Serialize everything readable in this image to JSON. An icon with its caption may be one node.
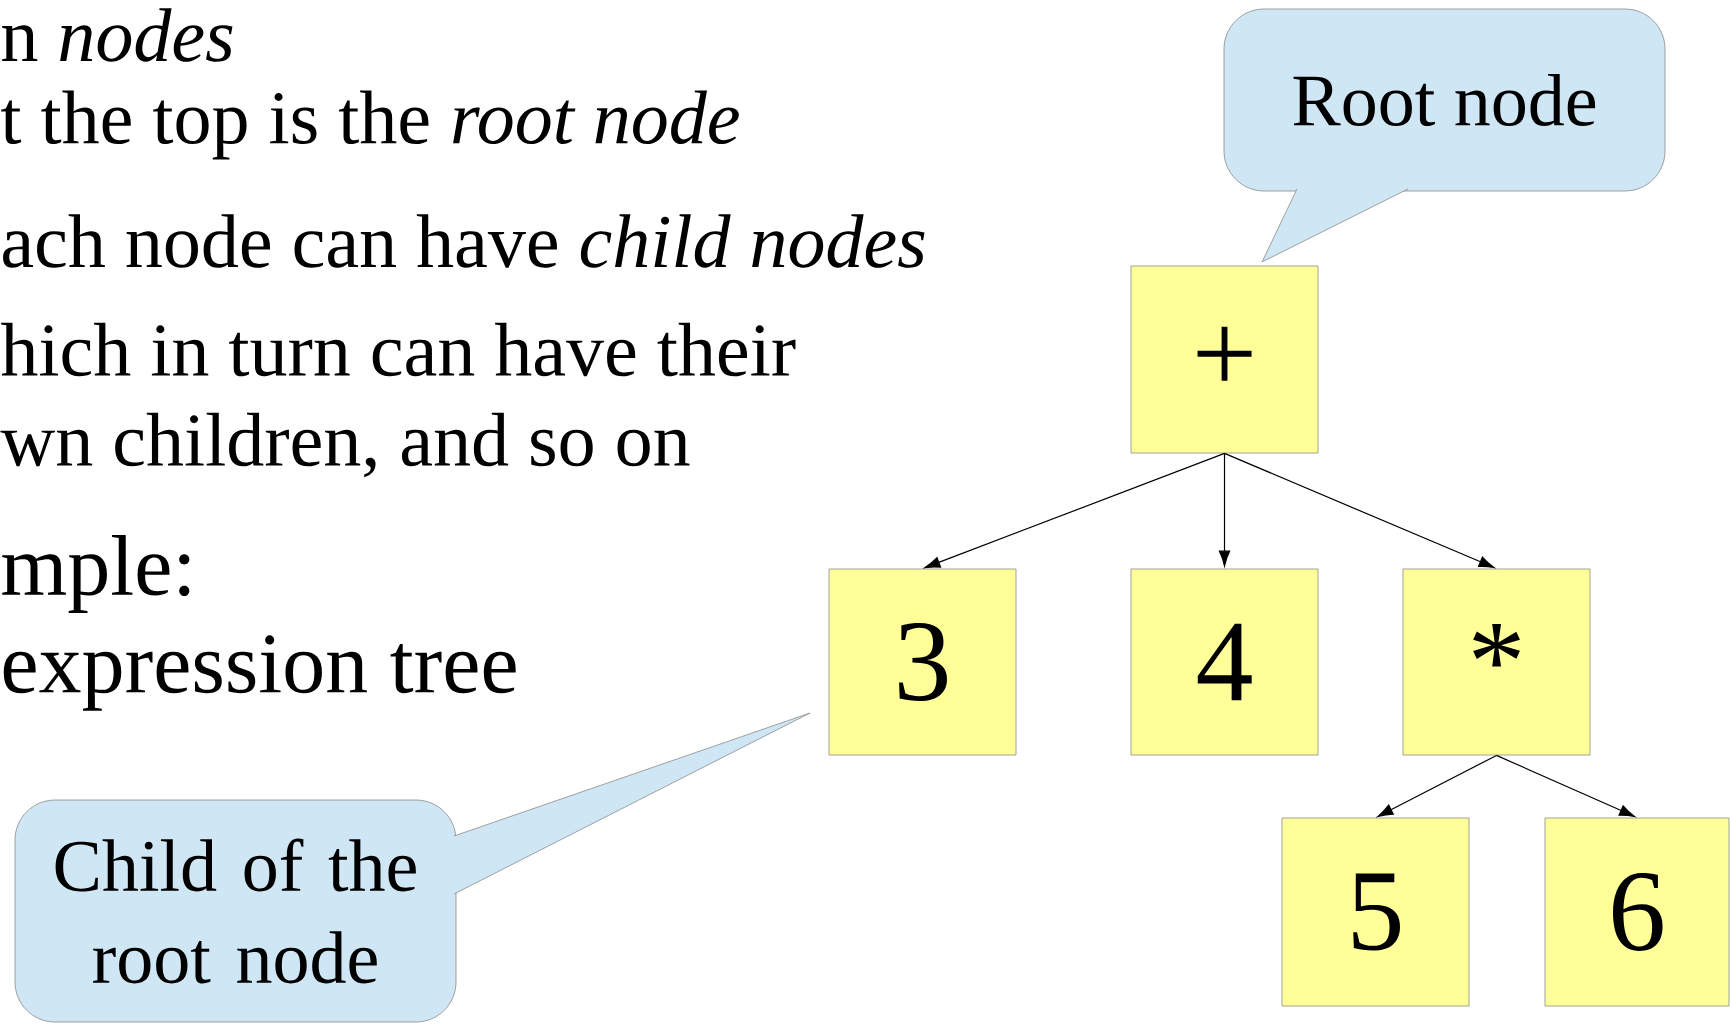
{
  "diagram": {
    "nodes": [
      {
        "text": [
          "Root node"
        ]
      },
      {
        "text": [
          "+"
        ]
      },
      {
        "text": [
          "3"
        ]
      },
      {
        "text": [
          "4"
        ]
      },
      {
        "text": [
          "*"
        ]
      },
      {
        "text": [
          "5"
        ]
      },
      {
        "text": [
          "6"
        ]
      },
      {
        "text": [
          "Child of the root node"
        ]
      }
    ],
    "edges": [
      {
        "from": 1,
        "to": 2,
        "arrow": "to"
      },
      {
        "from": 1,
        "to": 3,
        "arrow": "to"
      },
      {
        "from": 1,
        "to": 4,
        "arrow": "to"
      },
      {
        "from": 4,
        "to": 5,
        "arrow": "to"
      },
      {
        "from": 4,
        "to": 6,
        "arrow": "to"
      }
    ],
    "labels": [
      "n *nodes*",
      "t the top is the *root node*",
      "ach node can have *child nodes*",
      "hich in turn can have their wn children, and so on",
      "mple:",
      "expression tree"
    ]
  }
}
